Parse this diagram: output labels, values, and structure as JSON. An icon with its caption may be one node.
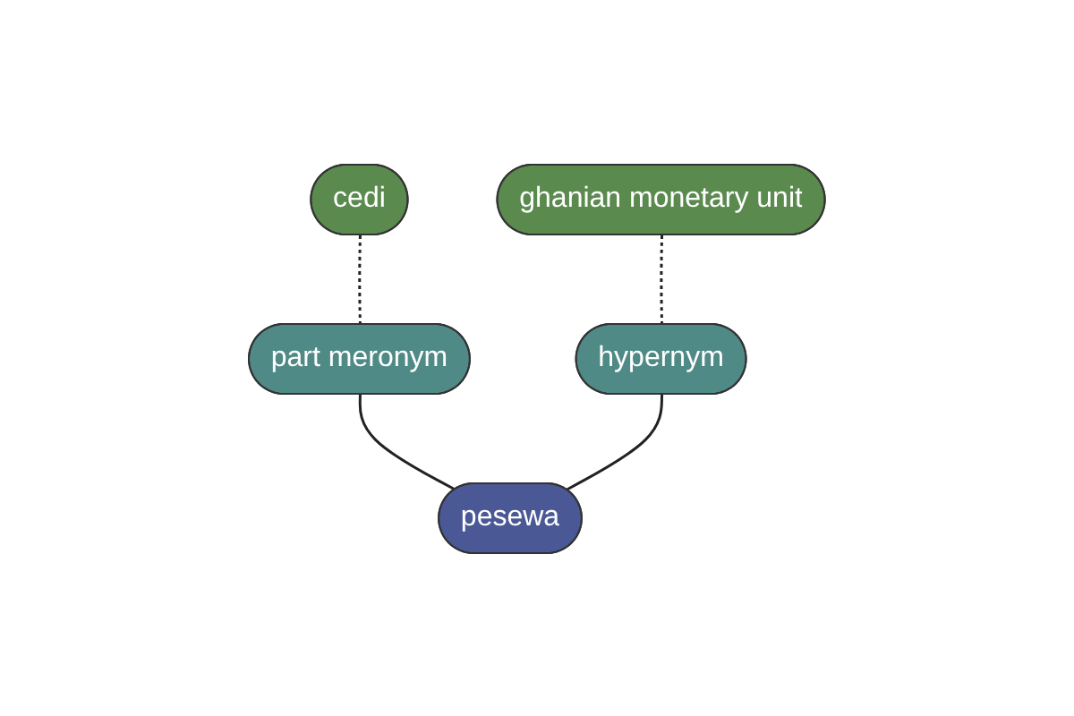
{
  "diagram": {
    "nodes": [
      {
        "text": [
          "cedi"
        ]
      },
      {
        "text": [
          "part meronym"
        ]
      },
      {
        "text": [
          "ghanian monetary unit"
        ]
      },
      {
        "text": [
          "hypernym"
        ]
      },
      {
        "text": [
          "pesewa"
        ]
      }
    ],
    "edges": [
      {
        "from": 4,
        "to": 1,
        "arrow": "none"
      },
      {
        "from": 1,
        "to": 0,
        "arrow": "none",
        "style": "dashed"
      },
      {
        "from": 4,
        "to": 3,
        "arrow": "none"
      },
      {
        "from": 3,
        "to": 2,
        "arrow": "none",
        "style": "dashed"
      }
    ]
  }
}
